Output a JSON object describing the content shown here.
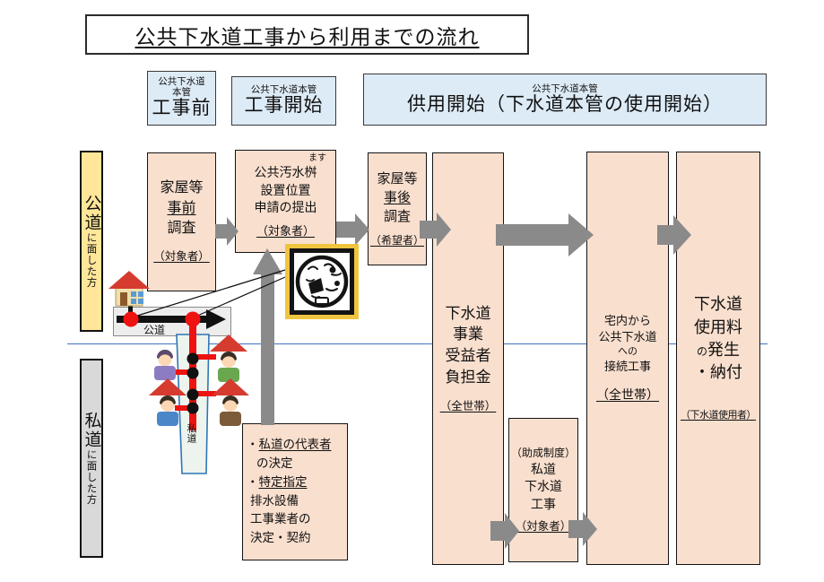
{
  "title": "公共下水道工事から利用までの流れ",
  "phases": {
    "pre": {
      "sub_line1": "公共下水道",
      "sub_line2": "本管",
      "main": "工事前"
    },
    "start": {
      "sub": "公共下水道本管",
      "main": "工事開始"
    },
    "service": {
      "sub": "公共下水道本管",
      "main": "供用開始（下水道本管の使用開始）"
    }
  },
  "lanes": {
    "public": {
      "big": "公道",
      "small": "に面した方"
    },
    "private": {
      "big": "私道",
      "small": "に面した方"
    }
  },
  "boxes": {
    "pre_survey": {
      "l1": "家屋等",
      "l2": "事前",
      "l3": "調査",
      "audience": "（対象者）"
    },
    "masu_application": {
      "furigana": "ます",
      "l1": "公共汚水桝",
      "l2": "設置位置",
      "l3": "申請の提出",
      "audience": "（対象者）"
    },
    "post_survey": {
      "l1": "家屋等",
      "l2": "事後",
      "l3": "調査",
      "audience": "（希望者）"
    },
    "beneficiary_charge": {
      "l1": "下水道",
      "l2": "事業",
      "l3": "受益者",
      "l4": "負担金",
      "audience": "（全世帯）"
    },
    "connection_work": {
      "l1": "宅内から",
      "l2": "公共下水道",
      "l3": "への",
      "l4": "接続工事",
      "audience": "（全世帯）"
    },
    "usage_fee": {
      "l1": "下水道",
      "l2": "使用料",
      "l3_small": "の",
      "l3": "発生",
      "l4": "・納付",
      "audience": "（下水道使用者）"
    },
    "private_road_prep": {
      "item1_bullet": "・",
      "item1_title": "私道の代表者",
      "item1_sub": "の決定",
      "item2_bullet": "・",
      "item2_title": "特定指定",
      "item2_l1": "排水設備",
      "item2_l2": "工事業者の",
      "item2_l3": "決定・契約"
    },
    "subsidy_work": {
      "l0": "（助成制度）",
      "l1": "私道",
      "l2": "下水道",
      "l3": "工事",
      "audience": "（対象者）"
    }
  },
  "illustration": {
    "public_road_label": "公道",
    "private_road_label": "私道"
  },
  "colors": {
    "phase_header_bg": "#DDEBF6",
    "flow_box_bg": "#F9DFCE",
    "public_lane_bg": "#FFE699",
    "private_lane_bg": "#D9D9D9",
    "arrow_gray": "#8A8A8A",
    "divider_blue": "#4472C4",
    "road_red": "#EE1310",
    "manhole_gold": "#EFC53F"
  }
}
